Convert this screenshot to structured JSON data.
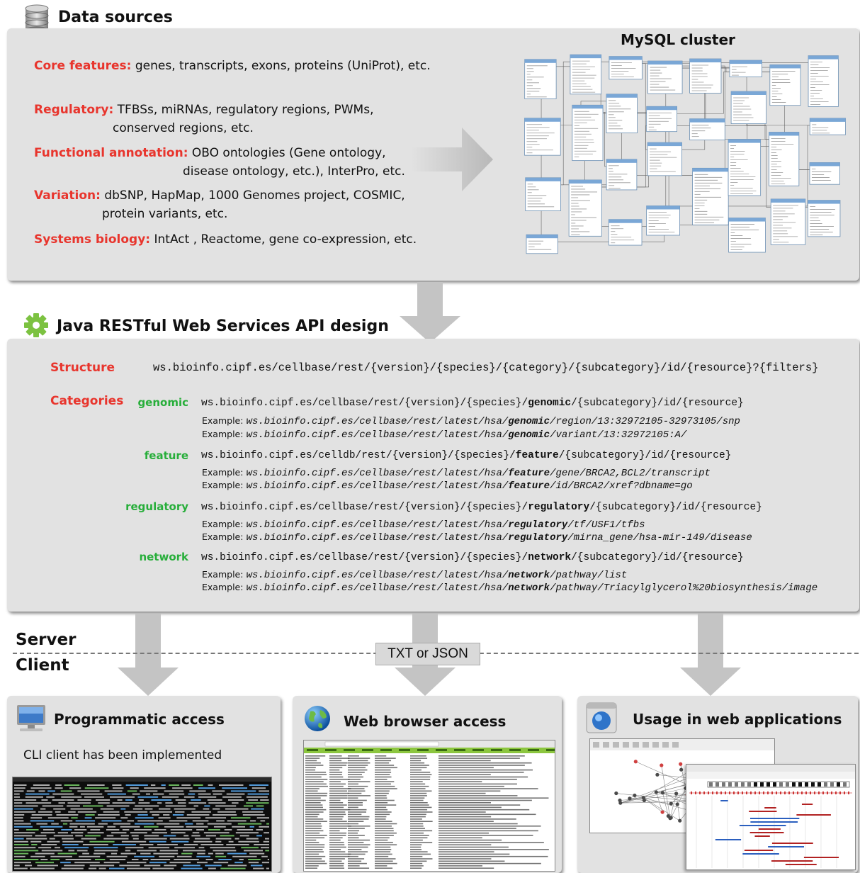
{
  "data_sources": {
    "title": "Data sources",
    "mysql_title": "MySQL cluster",
    "items": [
      {
        "label": "Core features:",
        "lines": [
          "genes, transcripts, exons, proteins (UniProt), etc."
        ]
      },
      {
        "label": "Regulatory:",
        "lines": [
          "TFBSs, miRNAs, regulatory regions, PWMs,",
          "conserved regions, etc."
        ]
      },
      {
        "label": "Functional annotation:",
        "lines": [
          "OBO ontologies (Gene ontology,",
          "disease ontology, etc.), InterPro, etc."
        ]
      },
      {
        "label": "Variation:",
        "lines": [
          "dbSNP, HapMap, 1000 Genomes project, COSMIC,",
          "protein variants, etc."
        ]
      },
      {
        "label": "Systems biology:",
        "lines": [
          "IntAct , Reactome, gene co-expression, etc."
        ]
      }
    ]
  },
  "api": {
    "title": "Java RESTful Web Services API design",
    "structure_label": "Structure",
    "structure_url": "ws.bioinfo.cipf.es/cellbase/rest/{version}/{species}/{category}/{subcategory}/id/{resource}?{filters}",
    "categories_label": "Categories",
    "example_label": "Example:",
    "categories": [
      {
        "name": "genomic",
        "url_pre": "ws.bioinfo.cipf.es/cellbase/rest/{version}/{species}/",
        "url_bold": "genomic",
        "url_post": "/{subcategory}/id/{resource}",
        "examples": [
          {
            "pre": "ws.bioinfo.cipf.es/cellbase/rest/latest/hsa/",
            "bold": "genomic",
            "post": "/region/13:32972105-32973105/snp"
          },
          {
            "pre": "ws.bioinfo.cipf.es/cellbase/rest/latest/hsa/",
            "bold": "genomic",
            "post": "/variant/13:32972105:A/"
          }
        ]
      },
      {
        "name": "feature",
        "url_pre": "ws.bioinfo.cipf.es/celldb/rest/{version}/{species}/",
        "url_bold": "feature",
        "url_post": "/{subcategory}/id/{resource}",
        "examples": [
          {
            "pre": "ws.bioinfo.cipf.es/cellbase/rest/latest/hsa/",
            "bold": "feature",
            "post": "/gene/BRCA2,BCL2/transcript"
          },
          {
            "pre": "ws.bioinfo.cipf.es/cellbase/rest/latest/hsa/",
            "bold": "feature",
            "post": "/id/BRCA2/xref?dbname=go"
          }
        ]
      },
      {
        "name": "regulatory",
        "url_pre": "ws.bioinfo.cipf.es/cellbase/rest/{version}/{species}/",
        "url_bold": "regulatory",
        "url_post": "/{subcategory}/id/{resource}",
        "examples": [
          {
            "pre": "ws.bioinfo.cipf.es/cellbase/rest/latest/hsa/",
            "bold": "regulatory",
            "post": "/tf/USF1/tfbs"
          },
          {
            "pre": "ws.bioinfo.cipf.es/cellbase/rest/latest/hsa/",
            "bold": "regulatory",
            "post": "/mirna_gene/hsa-mir-149/disease"
          }
        ]
      },
      {
        "name": "network",
        "url_pre": "ws.bioinfo.cipf.es/cellbase/rest/{version}/{species}/",
        "url_bold": "network",
        "url_post": "/{subcategory}/id/{resource}",
        "examples": [
          {
            "pre": "ws.bioinfo.cipf.es/cellbase/rest/latest/hsa/",
            "bold": "network",
            "post": "/pathway/list"
          },
          {
            "pre": "ws.bioinfo.cipf.es/cellbase/rest/latest/hsa/",
            "bold": "network",
            "post": "/pathway/Triacylglycerol%20biosynthesis/image"
          }
        ]
      }
    ]
  },
  "divider": {
    "server": "Server",
    "client": "Client",
    "format": "TXT or JSON"
  },
  "clients": {
    "programmatic": {
      "title": "Programmatic access",
      "subtitle": "CLI client has been implemented"
    },
    "browser": {
      "title": "Web browser access"
    },
    "webapps": {
      "title": "Usage in web applications"
    }
  },
  "colors": {
    "label_red": "#e8352d",
    "category_green": "#27ae3a",
    "panel": "#e2e2e2",
    "arrow": "#c4c4c4"
  }
}
